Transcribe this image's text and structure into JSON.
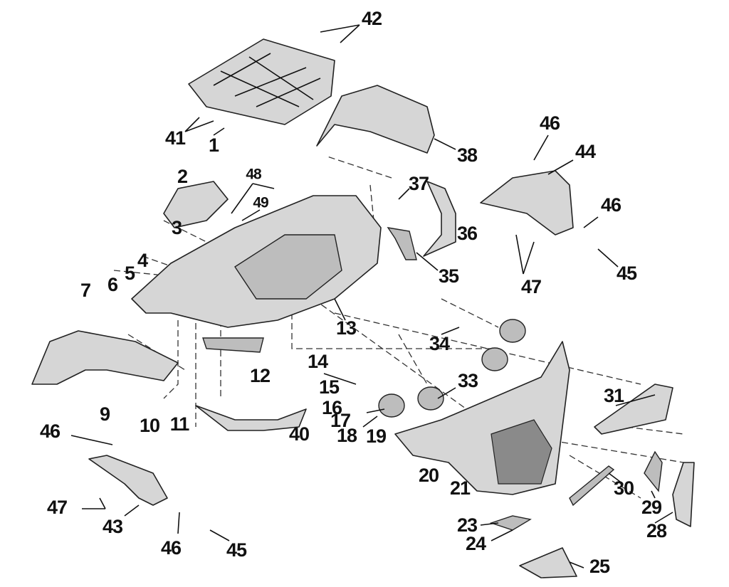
{
  "diagram": {
    "callouts": [
      "42",
      "41",
      "1",
      "38",
      "46",
      "44",
      "2",
      "48",
      "49",
      "37",
      "36",
      "46",
      "3",
      "4",
      "5",
      "6",
      "7",
      "35",
      "47",
      "45",
      "13",
      "34",
      "14",
      "12",
      "33",
      "15",
      "31",
      "9",
      "10",
      "11",
      "16",
      "17",
      "18",
      "19",
      "40",
      "46",
      "20",
      "21",
      "30",
      "29",
      "47",
      "43",
      "28",
      "23",
      "24",
      "46",
      "45",
      "25"
    ]
  }
}
